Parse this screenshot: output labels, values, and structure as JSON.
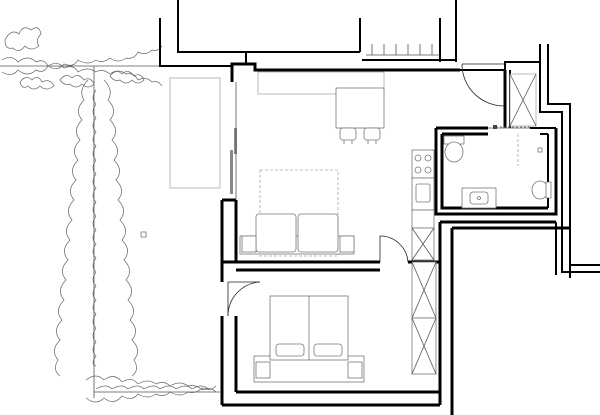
{
  "plan": {
    "background": "#ffffff",
    "line_color": "#000000",
    "furniture_color": "#777777",
    "accent_grey": "#888888",
    "spaces": [
      {
        "id": "garden-terrace",
        "kind": "garden with hedge"
      },
      {
        "id": "living-kitchen",
        "kind": "living room with kitchen and sofa"
      },
      {
        "id": "bedroom",
        "kind": "bedroom with double bed"
      },
      {
        "id": "bathroom",
        "kind": "bathroom with shower, toilet, bidet, sink"
      },
      {
        "id": "entrance",
        "kind": "entrance hall"
      }
    ]
  }
}
